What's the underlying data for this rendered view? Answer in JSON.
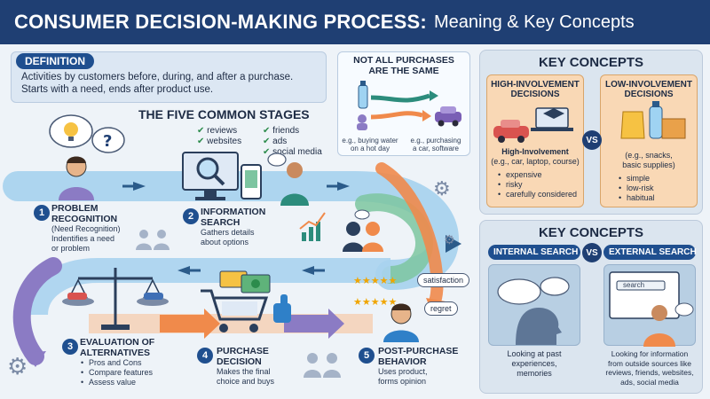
{
  "header": {
    "title_bold": "CONSUMER DECISION-MAKING PROCESS:",
    "title_rest": "Meaning & Key Concepts"
  },
  "definition": {
    "label": "DEFINITION",
    "line1": "Activities by customers before, during, and after a purchase.",
    "line2": "Starts with a need, ends after product use."
  },
  "not_all": {
    "title_line1": "NOT ALL PURCHASES",
    "title_line2": "ARE THE SAME",
    "caption_left_1": "e.g., buying water",
    "caption_left_2": "on a hot day",
    "caption_right_1": "e.g., purchasing",
    "caption_right_2": "a car, software"
  },
  "stages": {
    "heading": "THE FIVE COMMON STAGES",
    "checks": [
      "reviews",
      "websites",
      "friends",
      "ads",
      "social media"
    ],
    "s1": {
      "num": "1",
      "name1": "PROBLEM",
      "name2": "RECOGNITION",
      "desc1": "(Need Recognition)",
      "desc2": "Indentifies a need",
      "desc3": "or problem"
    },
    "s2": {
      "num": "2",
      "name1": "INFORMATION",
      "name2": "SEARCH",
      "desc1": "Gathers details",
      "desc2": "about options"
    },
    "s3": {
      "num": "3",
      "name1": "EVALUATION OF",
      "name2": "ALTERNATIVES",
      "b1": "Pros and Cons",
      "b2": "Compare features",
      "b3": "Assess value"
    },
    "s4": {
      "num": "4",
      "name1": "PURCHASE",
      "name2": "DECISION",
      "desc1": "Makes the final",
      "desc2": "choice and buys"
    },
    "s5": {
      "num": "5",
      "name1": "POST-PURCHASE",
      "name2": "BEHAVIOR",
      "desc1": "Uses product,",
      "desc2": "forms opinion"
    },
    "bubble_satisfaction": "satisfaction",
    "bubble_regret": "regret"
  },
  "key_concepts_1": {
    "title": "KEY CONCEPTS",
    "high_head1": "HIGH-INVOLVEMENT",
    "high_head2": "DECISIONS",
    "low_head1": "LOW-INVOLVEMENT",
    "low_head2": "DECISIONS",
    "high_label": "High-Involvement",
    "high_eg": "(e.g., car, laptop, course)",
    "high_items": [
      "expensive",
      "risky",
      "carefully considered"
    ],
    "low_eg1": "(e.g., snacks,",
    "low_eg2": "basic supplies)",
    "low_items": [
      "simple",
      "low-risk",
      "habitual"
    ],
    "vs": "VS"
  },
  "key_concepts_2": {
    "title": "KEY CONCEPTS",
    "internal": "INTERNAL SEARCH",
    "external": "EXTERNAL SEARCH",
    "vs": "VS",
    "search_box": "search",
    "internal_desc1": "Looking at past",
    "internal_desc2": "experiences,",
    "internal_desc3": "memories",
    "external_desc1": "Looking for information",
    "external_desc2": "from outside sources like",
    "external_desc3": "reviews, friends, websites,",
    "external_desc4": "ads, social media"
  },
  "colors": {
    "header_bg": "#1f3f73",
    "accent_blue": "#1f4f8f",
    "path_blue": "#8ec3e6",
    "path_green": "#7dc5a0",
    "path_purple": "#8b7bc4",
    "path_orange": "#f08a4b",
    "high_bg": "#f9d8b5",
    "low_bg": "#f9d8b5"
  }
}
